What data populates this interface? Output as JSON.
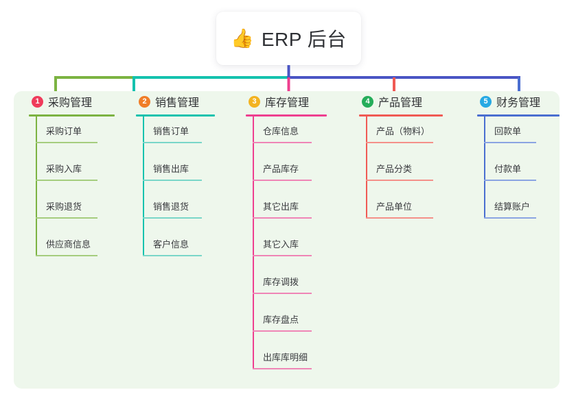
{
  "root": {
    "emoji": "👍",
    "emoji_name": "thumbs-up-emoji",
    "title": "ERP 后台"
  },
  "theme": {
    "page_bg": "#ffffff",
    "panel_bg": "#eef7ec",
    "trunk_color": "#4a55c4",
    "text_color": "#303134"
  },
  "columns": [
    {
      "index": "1",
      "title": "采购管理",
      "badge_color": "#ef3b5b",
      "line_color": "#7cb342",
      "leaf_rule_color": "#a5cd7e",
      "stub_color": "#7cb342",
      "items": [
        "采购订单",
        "采购入库",
        "采购退货",
        "供应商信息"
      ]
    },
    {
      "index": "2",
      "title": "销售管理",
      "badge_color": "#f07d28",
      "line_color": "#14c2ae",
      "leaf_rule_color": "#79d6c8",
      "stub_color": "#14c2ae",
      "items": [
        "销售订单",
        "销售出库",
        "销售退货",
        "客户信息"
      ]
    },
    {
      "index": "3",
      "title": "库存管理",
      "badge_color": "#f3b321",
      "line_color": "#ee3f8f",
      "leaf_rule_color": "#ef85b6",
      "stub_color": "#ee3f8f",
      "items": [
        "仓库信息",
        "产品库存",
        "其它出库",
        "其它入库",
        "库存调拨",
        "库存盘点",
        "出库库明细"
      ]
    },
    {
      "index": "4",
      "title": "产品管理",
      "badge_color": "#25ad5a",
      "line_color": "#f05a54",
      "leaf_rule_color": "#f49089",
      "stub_color": "#f05a54",
      "items": [
        "产品（物料）",
        "产品分类",
        "产品单位"
      ]
    },
    {
      "index": "5",
      "title": "财务管理",
      "badge_color": "#27a9e3",
      "line_color": "#4a6ed0",
      "leaf_rule_color": "#8aa4e2",
      "stub_color": "#4a6ed0",
      "items": [
        "回款单",
        "付款单",
        "结算账户"
      ]
    }
  ],
  "connector": {
    "segments": [
      {
        "name": "bar-green",
        "color": "#7cb342"
      },
      {
        "name": "bar-teal",
        "color": "#14c2ae"
      },
      {
        "name": "bar-blue",
        "color": "#4a55c4"
      }
    ]
  }
}
